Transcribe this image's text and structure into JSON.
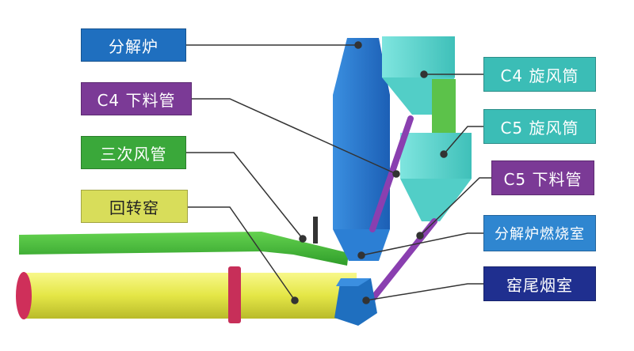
{
  "labels": {
    "decomposition_furnace": {
      "text": "分解炉",
      "color": "#1f6fbf"
    },
    "c4_feed_pipe": {
      "text": "C4 下料管",
      "color": "#7b3a96"
    },
    "tertiary_air_duct": {
      "text": "三次风管",
      "color": "#3aa83a"
    },
    "rotary_kiln": {
      "text": "回转窑",
      "color": "#d8dd5a"
    },
    "c4_cyclone": {
      "text": "C4 旋风筒",
      "color": "#3bbdb6"
    },
    "c5_cyclone": {
      "text": "C5 旋风筒",
      "color": "#3bbdb6"
    },
    "c5_feed_pipe": {
      "text": "C5 下料管",
      "color": "#7b3a96"
    },
    "combustion_chamber": {
      "text": "分解炉燃烧室",
      "color": "#2f86d0"
    },
    "smoke_chamber": {
      "text": "窑尾烟室",
      "color": "#1f2f8f"
    }
  }
}
